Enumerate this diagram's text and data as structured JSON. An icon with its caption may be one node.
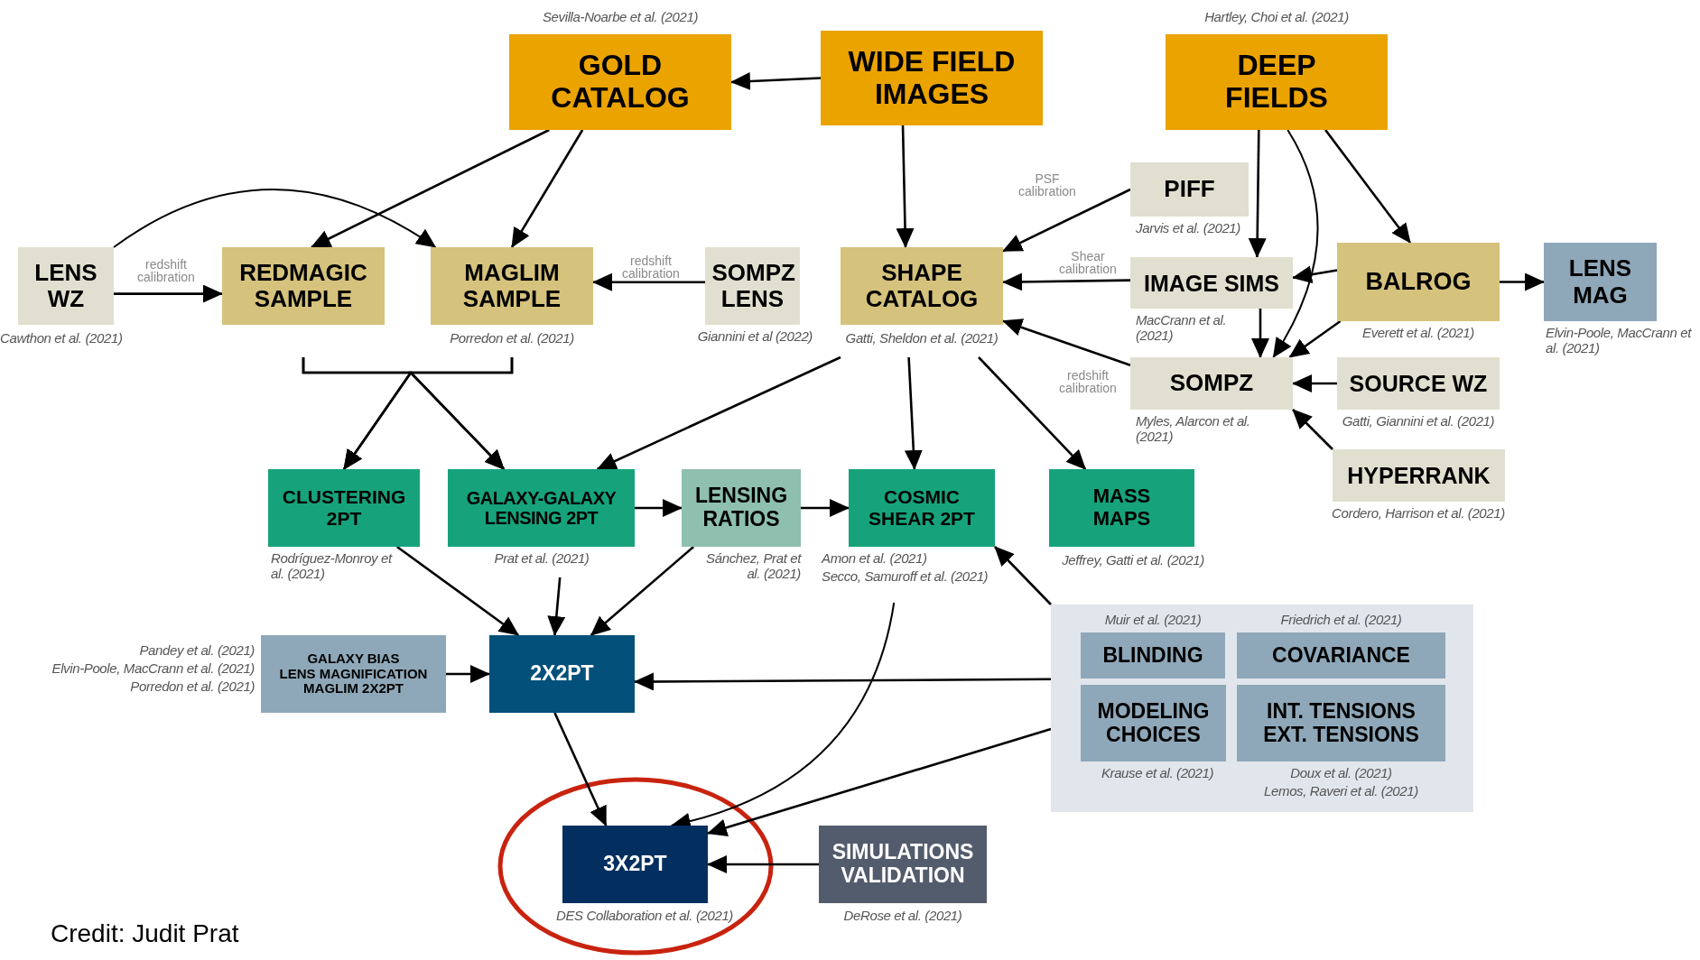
{
  "diagram": {
    "nodes": [
      {
        "text": [
          "GOLD CATALOG"
        ],
        "beside": [
          "Sevilla-Noarbe et al. (2021)"
        ]
      },
      {
        "text": [
          "WIDE FIELD IMAGES"
        ]
      },
      {
        "text": [
          "DEEP FIELDS"
        ],
        "beside": [
          "Hartley, Choi et al. (2021)"
        ]
      },
      {
        "text": [
          "PIFF"
        ],
        "beside": [
          "Jarvis et al. (2021)"
        ]
      },
      {
        "text": [
          "LENS WZ"
        ],
        "beside": [
          "Cawthon et al. (2021)"
        ]
      },
      {
        "text": [
          "REDMAGIC SAMPLE"
        ]
      },
      {
        "text": [
          "MAGLIM SAMPLE"
        ],
        "beside": [
          "Porredon et al. (2021)"
        ]
      },
      {
        "text": [
          "SOMPZ LENS"
        ],
        "beside": [
          "Giannini et al (2022)"
        ]
      },
      {
        "text": [
          "SHAPE CATALOG"
        ],
        "beside": [
          "Gatti, Sheldon et al. (2021)"
        ]
      },
      {
        "text": [
          "IMAGE SIMS"
        ],
        "beside": [
          "MacCrann et al. (2021)"
        ]
      },
      {
        "text": [
          "BALROG"
        ],
        "beside": [
          "Everett et al. (2021)"
        ]
      },
      {
        "text": [
          "LENS MAG"
        ],
        "beside": [
          "Elvin-Poole, MacCrann et al. (2021)"
        ]
      },
      {
        "text": [
          "SOMPZ"
        ],
        "beside": [
          "Myles, Alarcon et al. (2021)"
        ]
      },
      {
        "text": [
          "SOURCE WZ"
        ],
        "beside": [
          "Gatti, Giannini et al. (2021)"
        ]
      },
      {
        "text": [
          "HYPERRANK"
        ],
        "beside": [
          "Cordero, Harrison et al. (2021)"
        ]
      },
      {
        "text": [
          "CLUSTERING 2PT"
        ],
        "beside": [
          "Rodríguez-Monroy et al. (2021)"
        ]
      },
      {
        "text": [
          "GALAXY-GALAXY LENSING 2PT"
        ],
        "beside": [
          "Prat et al. (2021)"
        ]
      },
      {
        "text": [
          "LENSING RATIOS"
        ],
        "beside": [
          "Sánchez, Prat et al. (2021)"
        ]
      },
      {
        "text": [
          "COSMIC SHEAR 2PT"
        ],
        "beside": [
          "Amon et al. (2021)",
          "Secco, Samuroff et al. (2021)"
        ]
      },
      {
        "text": [
          "MASS MAPS"
        ],
        "beside": [
          "Jeffrey, Gatti et al. (2021)"
        ]
      },
      {
        "text": [
          "GALAXY BIAS",
          "LENS MAGNIFICATION",
          "MAGLIM 2X2PT"
        ],
        "beside": [
          "Pandey et al. (2021)",
          "Elvin-Poole, MacCrann et al. (2021)",
          "Porredon et al. (2021)"
        ]
      },
      {
        "text": [
          "2X2PT"
        ]
      },
      {
        "text": [],
        "shape": "box"
      },
      {
        "text": [
          "BLINDING"
        ],
        "in": 22,
        "beside": [
          "Muir et al. (2021)"
        ]
      },
      {
        "text": [
          "COVARIANCE"
        ],
        "in": 22,
        "beside": [
          "Friedrich et al. (2021)"
        ]
      },
      {
        "text": [
          "MODELING CHOICES"
        ],
        "in": 22,
        "beside": [
          "Krause et al. (2021)"
        ]
      },
      {
        "text": [
          "INT. TENSIONS EXT. TENSIONS"
        ],
        "in": 22,
        "beside": [
          "Doux et al. (2021)",
          "Lemos, Raveri et al. (2021)"
        ]
      },
      {
        "text": [
          "3X2PT"
        ],
        "beside": [
          "DES Collaboration et al. (2021)"
        ]
      },
      {
        "text": [
          "SIMULATIONS VALIDATION"
        ],
        "beside": [
          "DeRose et al. (2021)"
        ]
      }
    ],
    "edges": [
      {
        "from": 1,
        "to": 0,
        "arrow": "to"
      },
      {
        "from": 0,
        "to": 5,
        "arrow": "to"
      },
      {
        "from": 0,
        "to": 6,
        "arrow": "to"
      },
      {
        "from": 4,
        "to": 5,
        "arrow": "to",
        "label": "redshift calibration"
      },
      {
        "from": 4,
        "to": 6,
        "arrow": "to"
      },
      {
        "from": 7,
        "to": 6,
        "arrow": "to",
        "label": "redshift calibration"
      },
      {
        "from": 1,
        "to": 8,
        "arrow": "to"
      },
      {
        "from": 3,
        "to": 8,
        "arrow": "to",
        "label": "PSF calibration"
      },
      {
        "from": 9,
        "to": 8,
        "arrow": "to",
        "label": "Shear calibration"
      },
      {
        "from": 12,
        "to": 8,
        "arrow": "to",
        "label": "redshift calibration"
      },
      {
        "from": 2,
        "to": 9,
        "arrow": "to"
      },
      {
        "from": 2,
        "to": 12,
        "arrow": "to"
      },
      {
        "from": 2,
        "to": 10,
        "arrow": "to"
      },
      {
        "from": 10,
        "to": 9,
        "arrow": "to"
      },
      {
        "from": 10,
        "to": 11,
        "arrow": "to"
      },
      {
        "from": 9,
        "to": 12,
        "arrow": "to"
      },
      {
        "from": 10,
        "to": 12,
        "arrow": "to"
      },
      {
        "from": 13,
        "to": 12,
        "arrow": "to"
      },
      {
        "from": 14,
        "to": 12,
        "arrow": "to"
      },
      {
        "from": 8,
        "to": 16,
        "arrow": "to"
      },
      {
        "from": 8,
        "to": 18,
        "arrow": "to"
      },
      {
        "from": 8,
        "to": 19,
        "arrow": "to"
      },
      {
        "from": 5,
        "to": 15,
        "arrow": "to"
      },
      {
        "from": 5,
        "to": 16,
        "arrow": "to"
      },
      {
        "from": 6,
        "to": 15,
        "arrow": "to"
      },
      {
        "from": 6,
        "to": 16,
        "arrow": "to"
      },
      {
        "from": 16,
        "to": 17,
        "arrow": "to"
      },
      {
        "from": 17,
        "to": 18,
        "arrow": "to"
      },
      {
        "from": 15,
        "to": 21,
        "arrow": "to"
      },
      {
        "from": 16,
        "to": 21,
        "arrow": "to"
      },
      {
        "from": 17,
        "to": 21,
        "arrow": "to"
      },
      {
        "from": 20,
        "to": 21,
        "arrow": "to"
      },
      {
        "from": 22,
        "to": 21,
        "arrow": "to"
      },
      {
        "from": 22,
        "to": 18,
        "arrow": "to"
      },
      {
        "from": 22,
        "to": 27,
        "arrow": "to"
      },
      {
        "from": 18,
        "to": 27,
        "arrow": "to"
      },
      {
        "from": 21,
        "to": 27,
        "arrow": "to"
      },
      {
        "from": 28,
        "to": 27,
        "arrow": "to"
      }
    ],
    "labels": [
      "Credit: Judit Prat"
    ]
  }
}
